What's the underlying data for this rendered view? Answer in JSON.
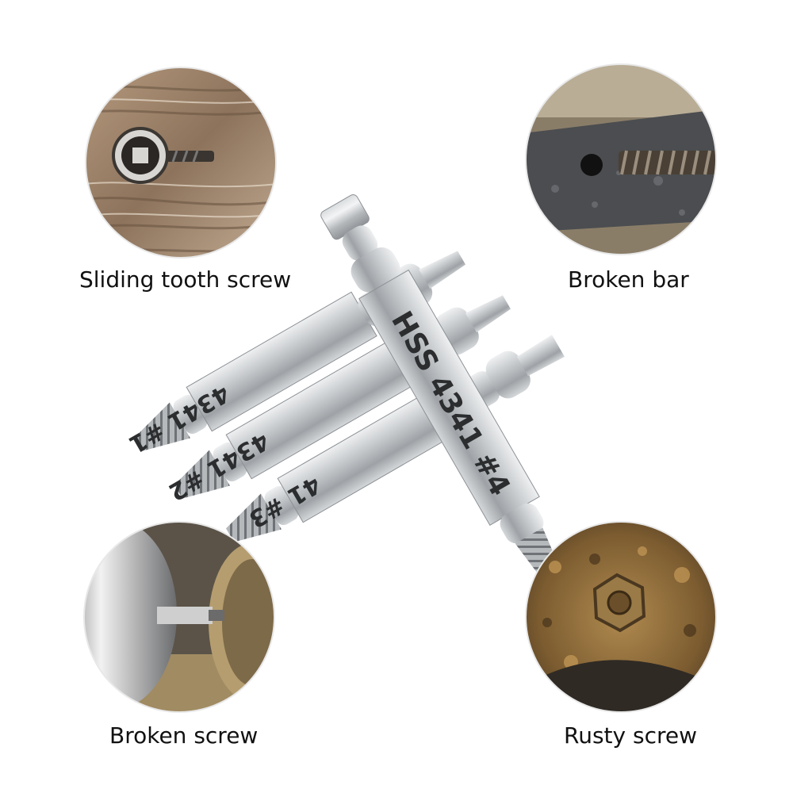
{
  "labels": {
    "top_left": "Sliding tooth screw",
    "top_right": "Broken bar",
    "bottom_left": "Broken screw",
    "bottom_right": "Rusty screw"
  },
  "bits": [
    {
      "engraving": "4341 #1"
    },
    {
      "engraving": "4341 #2"
    },
    {
      "engraving": "41 #3"
    },
    {
      "engraving": "HSS 4341 #4"
    }
  ],
  "colors": {
    "background": "#ffffff",
    "steel": "#b7babd",
    "wood": "#9c8066",
    "rust": "#8a6432"
  }
}
